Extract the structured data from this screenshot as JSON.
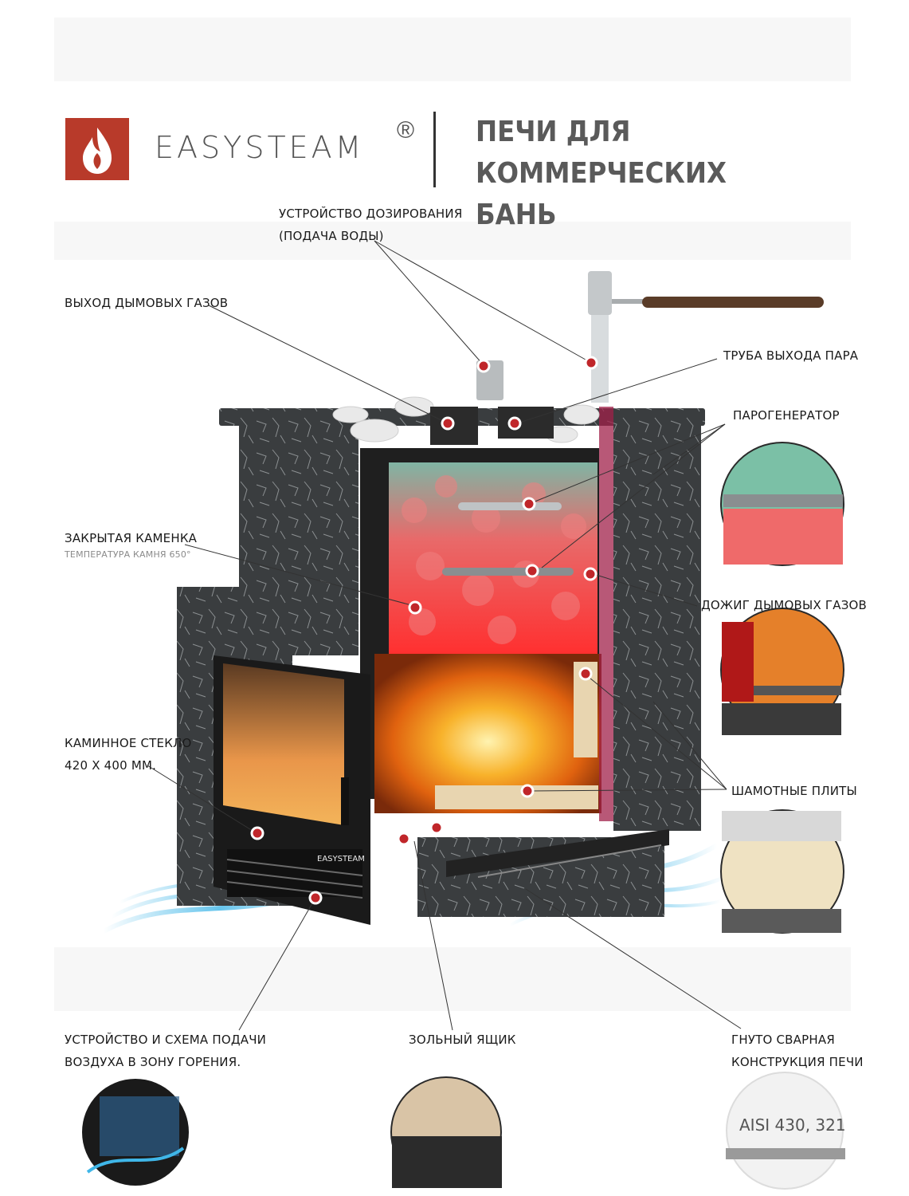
{
  "header": {
    "brand": "EASYSTEAM",
    "registered": "®",
    "headline_line1": "ПЕЧИ ДЛЯ КОММЕРЧЕСКИХ",
    "headline_line2": "БАНЬ"
  },
  "callouts": {
    "dosing_line1": "УСТРОЙСТВО ДОЗИРОВАНИЯ",
    "dosing_line2": "(ПОДАЧА ВОДЫ)",
    "smoke_outlet": "ВЫХОД ДЫМОВЫХ ГАЗОВ",
    "steam_pipe": "ТРУБА ВЫХОДА ПАРА",
    "steam_generator": "ПАРОГЕНЕРАТОР",
    "closed_heater": "ЗАКРЫТАЯ КАМЕНКА",
    "stone_temp": "ТЕМПЕРАТУРА КАМНЯ 650°",
    "afterburn": "ДОЖИГ ДЫМОВЫХ ГАЗОВ",
    "glass_line1": "КАМИННОЕ СТЕКЛО",
    "glass_line2": "420 Х 400 ММ.",
    "chamotte": "ШАМОТНЫЕ ПЛИТЫ",
    "air_line1": "УСТРОЙСТВО И СХЕМА ПОДАЧИ",
    "air_line2": "ВОЗДУХА В ЗОНУ ГОРЕНИЯ.",
    "ash_box": "ЗОЛЬНЫЙ ЯЩИК",
    "bent_line1": "ГНУТО СВАРНАЯ",
    "bent_line2": "КОНСТРУКЦИЯ ПЕЧИ",
    "steel_grade": "AISI 430, 321",
    "door_brand": "EASYSTEAM"
  },
  "colors": {
    "brand_red": "#b83a2a",
    "marker_red": "#c0262a",
    "stone_dark": "#3a3d3f",
    "fire_orange": "#f39a1f",
    "air_blue": "#3fb6e8"
  }
}
